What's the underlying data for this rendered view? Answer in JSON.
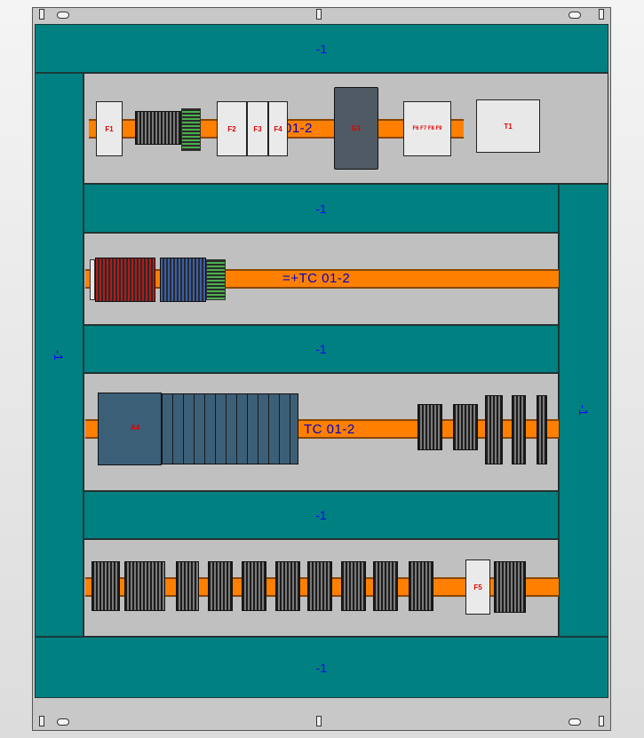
{
  "ducts": {
    "top": "-1",
    "left": "-1",
    "right": "-1",
    "mid1": "-1",
    "mid2": "-1",
    "mid3": "-1",
    "bottom": "-1"
  },
  "rails": {
    "row1": "01-2",
    "row2": "=+TC  01-2",
    "row3": "TC  01-2"
  },
  "components": {
    "f1": "F1",
    "f2": "F2",
    "f3": "F3",
    "f4": "F4",
    "g1": "G1",
    "t1": "T1",
    "f5": "F5",
    "plc_cpu": "A4",
    "small_group": "F6 F7 F8 F9"
  },
  "colors": {
    "duct": "#008080",
    "rail": "#ff8000",
    "label": "#0000ff",
    "tag": "#e00000"
  }
}
